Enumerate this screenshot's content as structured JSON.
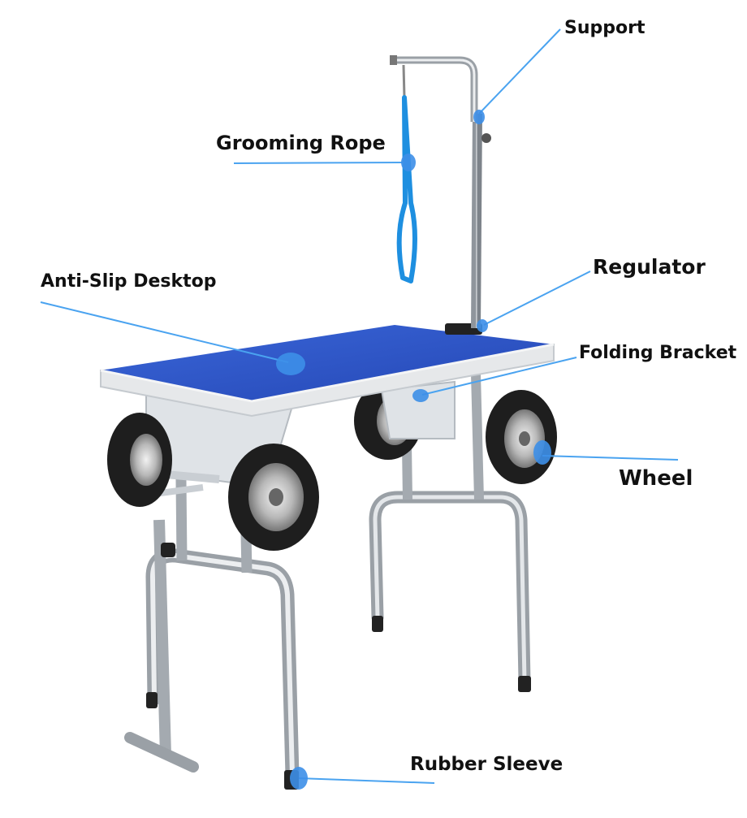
{
  "labels": {
    "support": "Support",
    "grooming_rope": "Grooming Rope",
    "regulator": "Regulator",
    "anti_slip_desktop": "Anti-Slip Desktop",
    "folding_bracket": "Folding Bracket",
    "wheel": "Wheel",
    "rubber_sleeve": "Rubber Sleeve"
  },
  "colors": {
    "callout": "#4aa3f0",
    "callout_dot": "#3d8fe8",
    "tabletop": "#2e55c9",
    "steel": "#b9bec4",
    "tire": "#1e1e1e",
    "label_text": "#111111"
  }
}
